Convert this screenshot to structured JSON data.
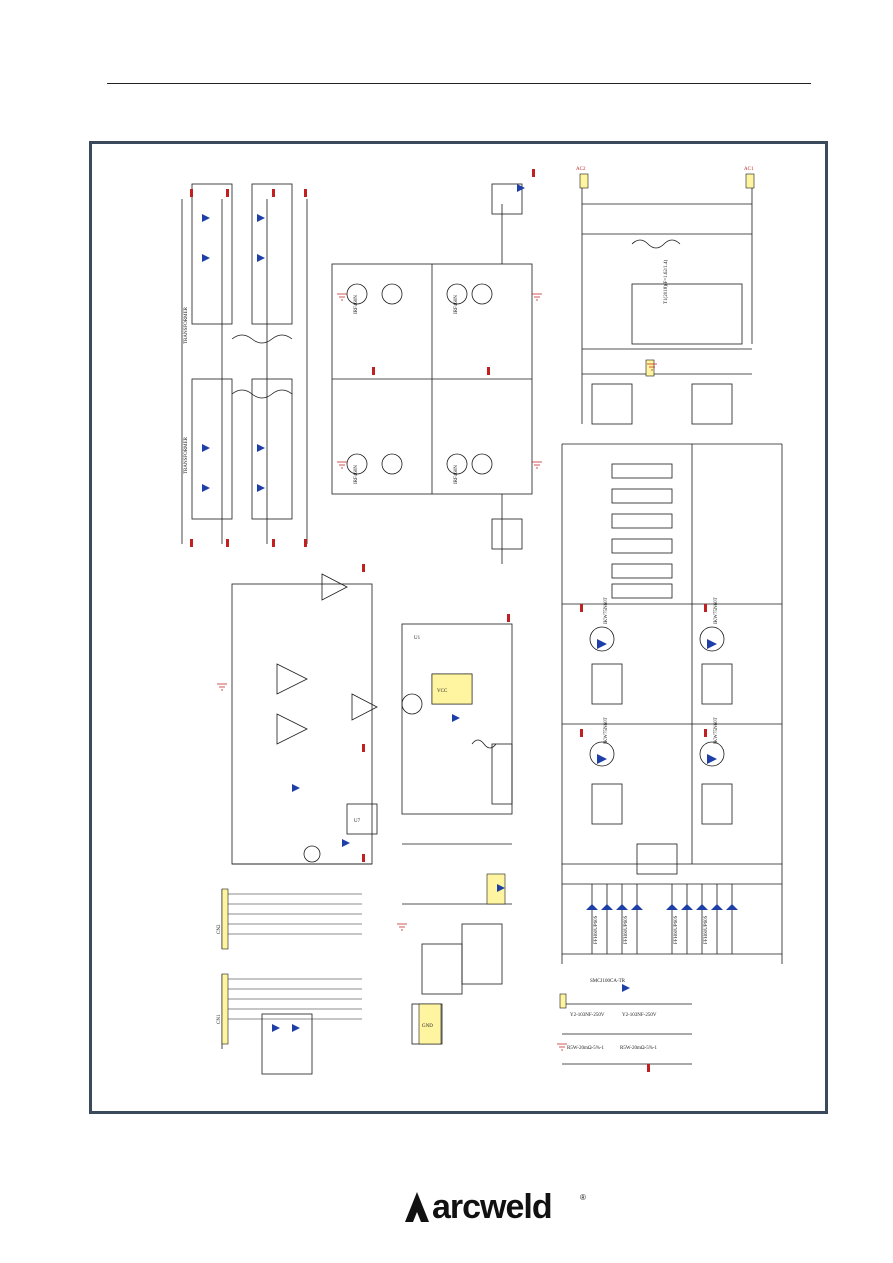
{
  "document": {
    "type": "circuit schematic page",
    "brand": {
      "name": "arcweld",
      "registered_mark": "®"
    }
  },
  "labels": {
    "transformer_left": "TRANSFORMER",
    "transformer_top": "TRANSFORMER",
    "inductor_top_right": "T1(2018)(F=1.62/1.4)",
    "common_mode_choke": "SMCJ100CA-TR",
    "cap_y1": "Y2-103NF-250V",
    "cap_y2": "Y2-103NF-250V",
    "res_gnd1": "R5W-20mΩ-5%-1",
    "res_gnd2": "R5W-20mΩ-5%-1",
    "igbt_1": "IKW75N60T",
    "igbt_2": "IKW75N60T",
    "igbt_3": "IKW75N60T",
    "igbt_4": "IKW75N60T",
    "diode_1": "FFH60UP60S",
    "diode_2": "FFH60UP60S",
    "diode_3": "FFH60UP60S",
    "diode_4": "FFH60UP60S",
    "mosfet_1": "IRF460N",
    "mosfet_2": "IRF460N",
    "mosfet_3": "IRF460N",
    "mosfet_4": "IRF460N",
    "cn1": "CN1",
    "cn2": "CN2",
    "gnd": "GND",
    "vcc": "VCC",
    "opto": "U7",
    "ic_u1": "U1",
    "ac_in_1": "AC1",
    "ac_in_2": "AC2"
  }
}
